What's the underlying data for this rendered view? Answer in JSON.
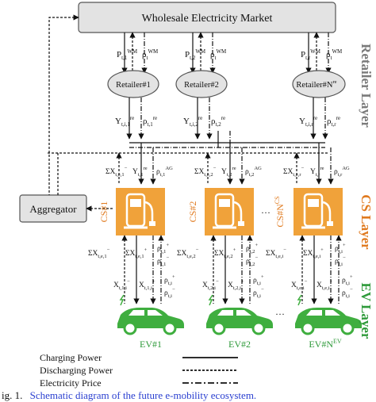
{
  "market": {
    "label": "Wholesale Electricity Market"
  },
  "aggregator": {
    "label": "Aggregator"
  },
  "retailers": [
    {
      "label": "Retailer#1",
      "p_up": "P",
      "p_up_sub": "t,1",
      "p_up_sup": "WM",
      "rho_up": "ρ",
      "rho_up_sub": "t",
      "rho_up_sup": "WM",
      "y": "Y",
      "y_sub": "t,i,1",
      "y_sup": "re",
      "rho_down": "ρ",
      "rho_down_sub": "t,1",
      "rho_down_sup": "re"
    },
    {
      "label": "Retailer#2",
      "p_up": "P",
      "p_up_sub": "t,2",
      "p_up_sup": "WM",
      "rho_up": "ρ",
      "rho_up_sub": "t",
      "rho_up_sup": "WM",
      "y": "Y",
      "y_sub": "t,i,2",
      "y_sup": "re",
      "rho_down": "ρ",
      "rho_down_sub": "t,2",
      "rho_down_sup": "re"
    },
    {
      "label": "Retailer#N",
      "label_sup": "re",
      "p_up": "P",
      "p_up_sub": "t,r",
      "p_up_sup": "WM",
      "rho_up": "ρ",
      "rho_up_sub": "t",
      "rho_up_sup": "WM",
      "y": "Y",
      "y_sub": "t,i,r",
      "y_sup": "re",
      "rho_down": "ρ",
      "rho_down_sub": "t,r",
      "rho_down_sup": "re"
    }
  ],
  "stations": [
    {
      "label": "CS#1",
      "label_sup": "",
      "top": {
        "sx": "ΣX",
        "sx_sub": "t,e,1",
        "sx_sup": "−",
        "y": "Y",
        "y_sub": "t,1",
        "y_sup": "re",
        "rho": "ρ",
        "rho_sub": "t,1",
        "rho_sup": "AG"
      },
      "bottom": {
        "sx1": "ΣX",
        "sx1_sub": "t,e,1",
        "sx1_sup": "−",
        "sx2": "ΣX",
        "sx2_sub": "t,e,1",
        "sx2_sup": "+",
        "rho1": "ρ",
        "rho1_sub": "t,1",
        "rho1_sup": "+",
        "rho2": "ρ",
        "rho2_sub": "t,1",
        "rho2_sup": "−"
      }
    },
    {
      "label": "CS#2",
      "label_sup": "",
      "top": {
        "sx": "ΣX",
        "sx_sub": "t,e,2",
        "sx_sup": "−",
        "y": "Y",
        "y_sub": "t,2",
        "y_sup": "re",
        "rho": "ρ",
        "rho_sub": "t,2",
        "rho_sup": "AG"
      },
      "bottom": {
        "sx1": "ΣX",
        "sx1_sub": "t,e,2",
        "sx1_sup": "−",
        "sx2": "ΣX",
        "sx2_sub": "t,e,2",
        "sx2_sup": "+",
        "rho1": "ρ",
        "rho1_sub": "t,2",
        "rho1_sup": "+",
        "rho2": "ρ",
        "rho2_sub": "t,2",
        "rho2_sup": "−"
      }
    },
    {
      "label": "CS#N",
      "label_sup": "CS",
      "top": {
        "sx": "ΣX",
        "sx_sub": "t,e,r",
        "sx_sup": "−",
        "y": "Y",
        "y_sub": "t,r",
        "y_sup": "re",
        "rho": "ρ",
        "rho_sub": "t,r",
        "rho_sup": "AG"
      },
      "bottom": {
        "sx1": "ΣX",
        "sx1_sub": "t,e,i",
        "sx1_sup": "−",
        "sx2": "ΣX",
        "sx2_sub": "t,e,i",
        "sx2_sup": "+",
        "rho1": "ρ",
        "rho1_sub": "t,i",
        "rho1_sup": "+",
        "rho2": "ρ",
        "rho2_sub": "t,i",
        "rho2_sup": "−"
      }
    }
  ],
  "evs": [
    {
      "label": "EV#1",
      "label_sup": "",
      "x1": "X",
      "x1_sub": "t,1,i",
      "x1_sup": "−",
      "x2": "X",
      "x2_sub": "t,1,i",
      "x2_sup": "+",
      "rho1": "ρ",
      "rho1_sub": "t,i",
      "rho1_sup": "+",
      "rho2": "ρ",
      "rho2_sub": "t,i",
      "rho2_sup": "−"
    },
    {
      "label": "EV#2",
      "label_sup": "",
      "x1": "X",
      "x1_sub": "t,2,i",
      "x1_sup": "−",
      "x2": "X",
      "x2_sub": "t,2,i",
      "x2_sup": "+",
      "rho1": "ρ",
      "rho1_sub": "t,i",
      "rho1_sup": "+",
      "rho2": "ρ",
      "rho2_sub": "t,i",
      "rho2_sup": "−"
    },
    {
      "label": "EV#N",
      "label_sup": "EV",
      "x1": "X",
      "x1_sub": "t,e,i",
      "x1_sup": "−",
      "x2": "X",
      "x2_sub": "t,e,i",
      "x2_sup": "+",
      "rho1": "ρ",
      "rho1_sub": "t,i",
      "rho1_sup": "+",
      "rho2": "ρ",
      "rho2_sub": "t,i",
      "rho2_sup": "−"
    }
  ],
  "ellipses": {
    "cs": "···",
    "ev": "···"
  },
  "layers": {
    "retailer": {
      "label": "Retailer Layer",
      "color": "#7a7a7a"
    },
    "cs": {
      "label": "CS Layer",
      "color": "#e07a1f"
    },
    "ev": {
      "label": "EV Layer",
      "color": "#2e9a3a"
    }
  },
  "legend": {
    "charging": "Charging Power",
    "discharging": "Discharging Power",
    "price": "Electricity Price"
  },
  "caption": {
    "prefix": "ig. 1.",
    "text": "Schematic diagram of the future e-mobility ecosystem.",
    "text_color": "#2a3fd0"
  },
  "colors": {
    "box_fill": "#e3e3e3",
    "box_stroke": "#555555",
    "cs_fill": "#f0a23a",
    "ev_fill": "#3fae3f"
  }
}
